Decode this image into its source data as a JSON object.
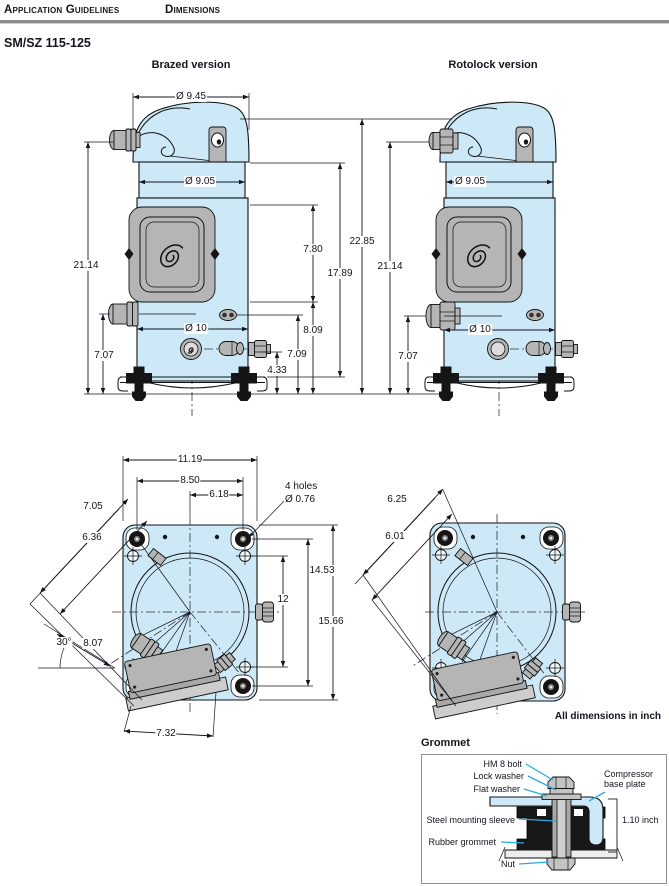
{
  "header": {
    "section": "Application Guidelines",
    "page_title": "Dimensions"
  },
  "model": "SM/SZ 115-125",
  "note": "All dimensions in inch",
  "front_views": {
    "brazed": {
      "title": "Brazed version",
      "cap_diameter": "Ø 9.45",
      "shell_diameter": "Ø 9.05",
      "base_diameter": "Ø 10",
      "suction_port_height": "21.14",
      "discharge_port_height": "7.07"
    },
    "rotolock": {
      "title": "Rotolock version",
      "shell_diameter": "Ø 9.05",
      "base_diameter": "Ø 10",
      "total_height": "22.85",
      "suction_port_height": "21.14",
      "discharge_port_height": "7.07"
    },
    "common": {
      "terminal_box_height": "7.80",
      "shoulder_height": "17.89",
      "mid_fitting_height": "8.09",
      "fitting_height": "7.09",
      "small_fitting_height": "4.33"
    }
  },
  "bottom_views": {
    "brazed": {
      "overall_width": "11.19",
      "bolt_hole_spacing_x": "8.50",
      "hole_offset_x": "6.18",
      "holes_count": "4 holes",
      "holes_diameter": "Ø 0.76",
      "diagonal_a": "7.05",
      "diagonal_b": "6.36",
      "angle": "30°",
      "diagonal_c": "8.07",
      "bolt_hole_spacing_y": "14.53",
      "center_distance": "12",
      "overall_depth": "15.66",
      "terminal_box_width": "7.32"
    },
    "rotolock": {
      "diagonal_a": "6.25",
      "diagonal_b": "6.01"
    }
  },
  "grommet": {
    "title": "Grommet",
    "bolt": "HM 8 bolt",
    "lock_washer": "Lock washer",
    "flat_washer": "Flat washer",
    "base_plate": "Compressor base plate",
    "sleeve": "Steel mounting sleeve",
    "rubber": "Rubber grommet",
    "nut": "Nut",
    "height": "1.10 inch"
  },
  "colors": {
    "shell_blue": "#cde9f7",
    "metal_gray": "#b5b5b5",
    "leader_cyan": "#29abe2",
    "line_dark": "#14141f"
  }
}
